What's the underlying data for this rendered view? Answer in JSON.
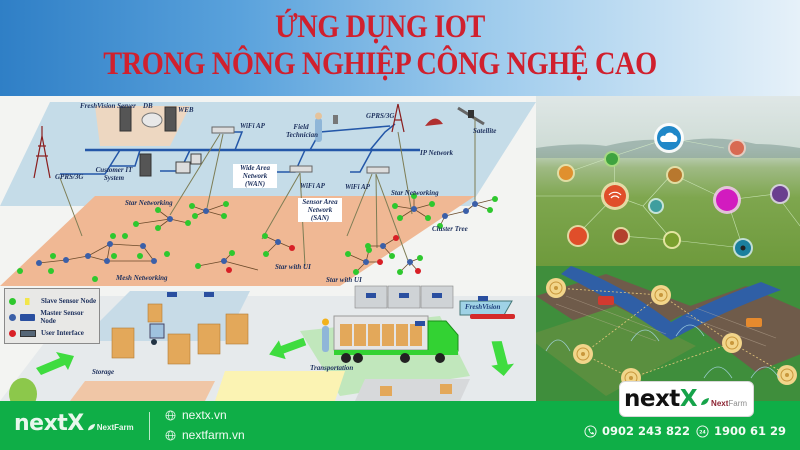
{
  "banner": {
    "title_line1": "ỨNG DỤNG IOT",
    "title_line2": "TRONG NÔNG NGHIỆP CÔNG NGHỆ CAO",
    "colors": {
      "title": "#d0202e",
      "gradient_start": "#2f7fc6",
      "gradient_end": "#e6f1f9"
    }
  },
  "diagram": {
    "labels": {
      "freshvision_server": "FreshVision Server",
      "db": "DB",
      "web": "WEB",
      "gprs_left": "GPRS/3G",
      "customer_it": "Customer IT System",
      "wifi_ap_1": "WiFi AP",
      "field_technician": "Field Technician",
      "gprs_right": "GPRS/3G",
      "satellite": "Satellite",
      "ip_network": "IP Network",
      "wan": "Wide Area Network (WAN)",
      "wifi_ap_2": "WiFi AP",
      "wifi_ap_3": "WiFi AP",
      "star_networking_1": "Star Networking",
      "star_networking_2": "Star Networking",
      "san": "Sensor Area Network (SAN)",
      "cluster_tree": "Cluster Tree",
      "mesh_networking": "Mesh Networking",
      "star_with_ui_1": "Star with UI",
      "star_with_ui_2": "Star with UI",
      "storage": "Storage",
      "transportation": "Transportation",
      "truck_brand": "FreshVision"
    },
    "legend": [
      {
        "label": "Slave Sensor Node",
        "color": "#2ec82e"
      },
      {
        "label": "Master Sensor Node",
        "color": "#3b5fa8"
      },
      {
        "label": "User Interface",
        "color": "#d81f26"
      }
    ]
  },
  "photos": {
    "top_alt": "IoT icons over farmland",
    "bottom_alt": "Smart farm illustration with tractors and sprinklers"
  },
  "badge": {
    "main": "next",
    "x": "X",
    "sub_bold": "Next",
    "sub_thin": "Farm"
  },
  "footer": {
    "brand_main": "nextX",
    "brand_sub": "NextFarm",
    "websites": [
      "nextx.vn",
      "nextfarm.vn"
    ],
    "phones": [
      "0902 243 822",
      "1900 61 29"
    ],
    "colors": {
      "background": "#0fae47",
      "text": "#f2fbf4"
    }
  }
}
